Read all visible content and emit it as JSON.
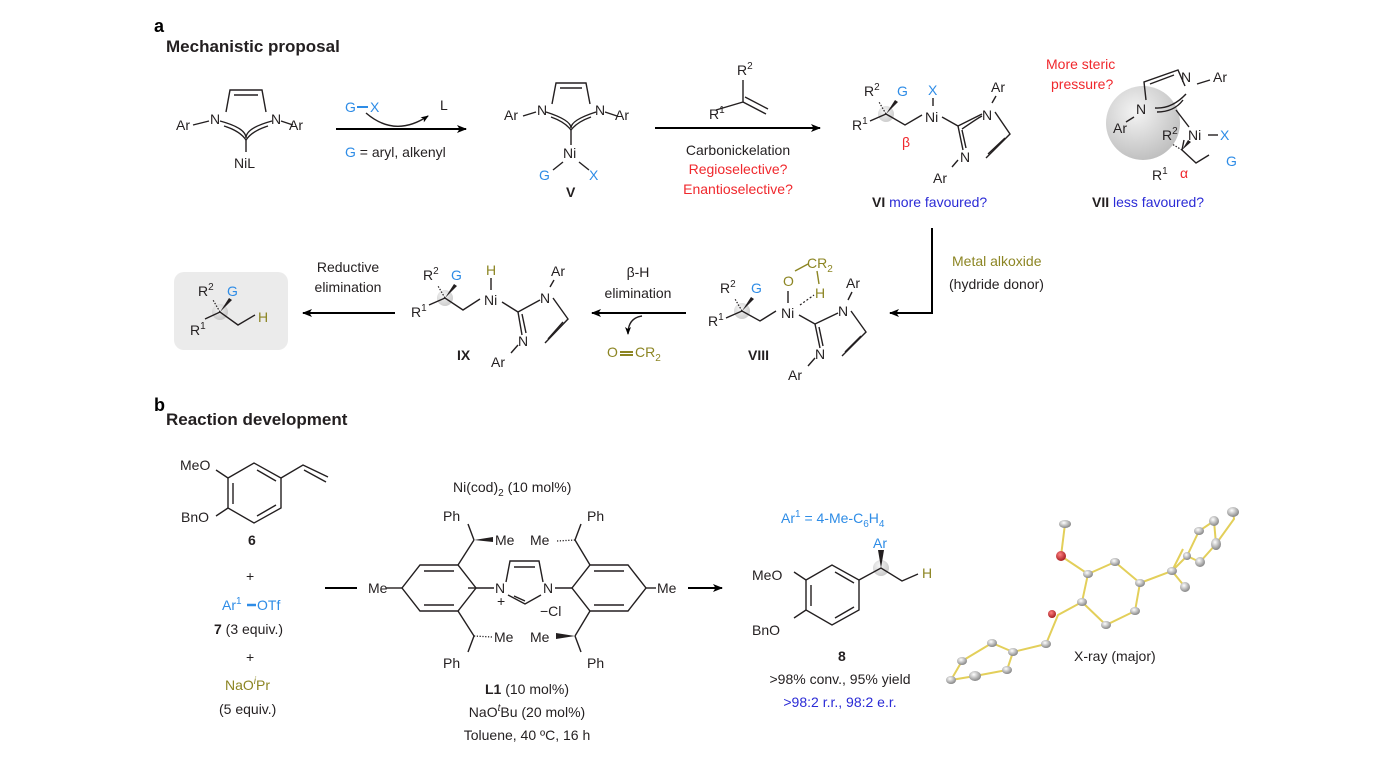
{
  "panel_a": {
    "letter": "a",
    "heading": "Mechanistic proposal",
    "start_complex": {
      "ar_left": "Ar",
      "ar_right": "Ar",
      "n_left": "N",
      "n_right": "N",
      "metal": "NiL"
    },
    "step1": {
      "reagent_g": "G",
      "reagent_x": "X",
      "released": "L",
      "condition": "G = aryl, alkenyl",
      "condition_g": "G",
      "condition_rest": " = aryl, alkenyl"
    },
    "complex_V": {
      "label": "V",
      "ar": "Ar",
      "n": "N",
      "ni": "Ni",
      "g": "G",
      "x": "X"
    },
    "step2": {
      "alkene_r1": "R",
      "alkene_r2": "R",
      "sup1": "1",
      "sup2": "2",
      "label": "Carbonickelation",
      "q1": "Regioselective?",
      "q2": "Enantioselective?"
    },
    "complex_VI": {
      "label": "VI",
      "note": "more favoured?",
      "beta": "β",
      "g": "G",
      "x": "X",
      "ni": "Ni",
      "n": "N",
      "ar": "Ar",
      "r": "R"
    },
    "complex_VII": {
      "label": "VII",
      "note": "less favoured?",
      "steric_1": "More steric",
      "steric_2": "pressure?",
      "alpha": "α",
      "g": "G",
      "x": "X",
      "ni": "Ni",
      "n": "N",
      "ar": "Ar",
      "r": "R"
    },
    "step3": {
      "reagent": "Metal alkoxide",
      "role": "(hydride donor)"
    },
    "complex_VIII": {
      "label": "VIII",
      "o": "O",
      "cr2": "CR",
      "h": "H",
      "g": "G",
      "ni": "Ni",
      "n": "N",
      "ar": "Ar",
      "r": "R",
      "sub2": "2"
    },
    "step4": {
      "line1": "β-H",
      "line2": "elimination",
      "byproduct_o": "O",
      "byproduct_cr": "CR",
      "sub2": "2"
    },
    "complex_IX": {
      "label": "IX",
      "h": "H",
      "g": "G",
      "ni": "Ni",
      "n": "N",
      "ar": "Ar",
      "r": "R"
    },
    "step5": {
      "line1": "Reductive",
      "line2": "elimination"
    },
    "product": {
      "g": "G",
      "h": "H",
      "r": "R"
    }
  },
  "panel_b": {
    "letter": "b",
    "heading": "Reaction development",
    "substrate": {
      "label": "6",
      "meo": "MeO",
      "bno": "BnO"
    },
    "plus": "+",
    "reagent7": {
      "ar": "Ar",
      "sup": "1",
      "otf": "OTf",
      "label": "7",
      "equiv": " (3 equiv.)"
    },
    "base": {
      "nao": "NaO",
      "i": "i",
      "pr": "Pr",
      "equiv": "(5 equiv.)"
    },
    "catalyst": {
      "line": "Ni(cod)",
      "sub": "2",
      "amount": " (10 mol%)"
    },
    "ligand": {
      "ph": "Ph",
      "me": "Me",
      "n": "N",
      "plus": "+",
      "cl": "−Cl",
      "label": "L1",
      "amount": " (10 mol%)"
    },
    "additive": {
      "nao": "NaO",
      "t": "t",
      "bu": "Bu (20 mol%)"
    },
    "conditions": "Toluene, 40 ºC, 16 h",
    "ar_def": {
      "ar": "Ar",
      "sup": "1",
      "rest": " = 4-Me-C",
      "sub6": "6",
      "h": "H",
      "sub4": "4"
    },
    "product8": {
      "label": "8",
      "ar": "Ar",
      "h": "H",
      "meo": "MeO",
      "bno": "BnO",
      "yield": ">98% conv., 95% yield",
      "selectivity": ">98:2 r.r., 98:2 e.r."
    },
    "xray_caption": "X-ray (major)"
  },
  "colors": {
    "blue": "#2e8ce6",
    "red": "#f0282d",
    "navy": "#2b2bd6",
    "olive": "#8c8523",
    "box": "#ebebeb",
    "bond_xray": "#e3cf5a",
    "oxygen": "#c0262a"
  }
}
